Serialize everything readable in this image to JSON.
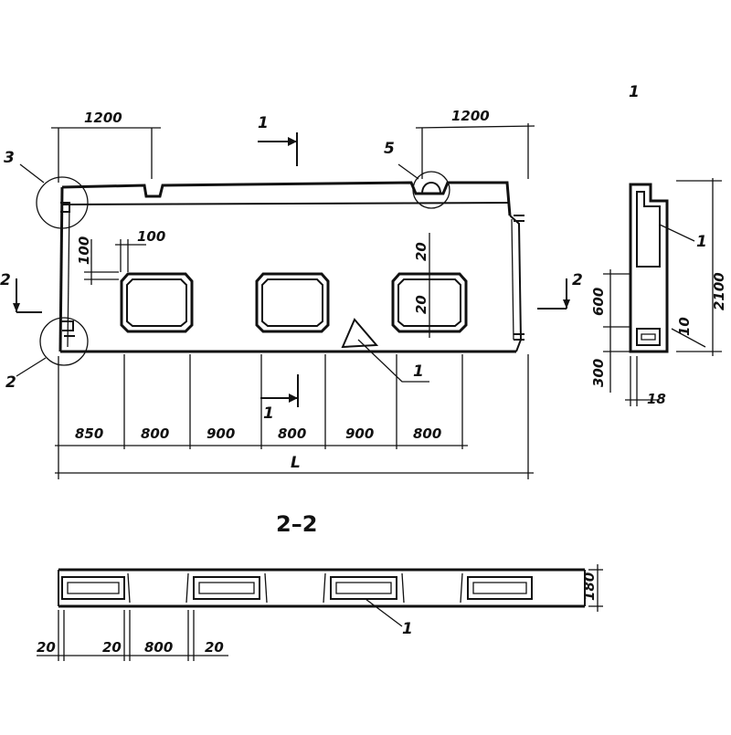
{
  "elevation": {
    "callouts": {
      "c3": "3",
      "c2": "2",
      "c5": "5",
      "c1": "1"
    },
    "section_marks": {
      "top": "1",
      "bottom": "1",
      "left": "2",
      "right": "2"
    },
    "dims_top": {
      "left_1200": "1200",
      "right_1200": "1200"
    },
    "dims_small": {
      "d100_v": "100",
      "d100_h": "100",
      "d20_top": "20",
      "d20_inner": "20"
    },
    "dims_bottom": [
      "850",
      "800",
      "900",
      "800",
      "900",
      "800"
    ],
    "overall_length": "L"
  },
  "section_1": {
    "title": "1",
    "callout": "1",
    "dims": {
      "d600": "600",
      "d300": "300",
      "d10": "10",
      "d2100": "2100",
      "d18": "18"
    }
  },
  "section_2": {
    "title": "2–2",
    "callout": "1",
    "dims": {
      "d20_a": "20",
      "d20_b": "20",
      "d800": "800",
      "d20_c": "20",
      "d180": "180"
    }
  }
}
